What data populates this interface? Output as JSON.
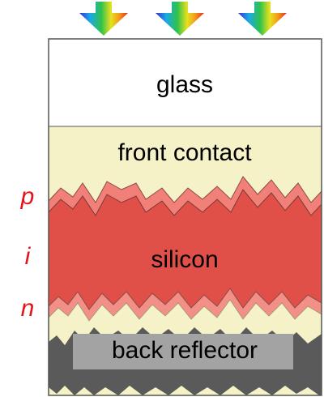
{
  "diagram": {
    "layers": {
      "glass": "glass",
      "front_contact": "front contact",
      "silicon": "silicon",
      "back_reflector": "back reflector"
    },
    "junction_labels": {
      "p": "p",
      "i": "i",
      "n": "n"
    },
    "incoming_light": {
      "arrow_count": 3,
      "icon": "rainbow-down-arrow-icon"
    },
    "colors": {
      "glass": "#ffffff",
      "front_contact": "#f5f2c8",
      "p_layer": "#f08078",
      "silicon": "#e05048",
      "n_layer": "#f29088",
      "back_reflector_metal": "#5a5a5a",
      "junction_text": "#e3141b"
    }
  }
}
